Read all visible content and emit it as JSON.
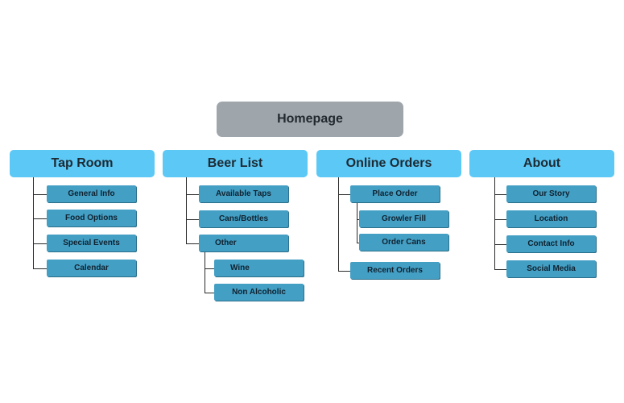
{
  "root": {
    "label": "Homepage"
  },
  "categories": {
    "taproom": {
      "label": "Tap Room",
      "items": [
        "General Info",
        "Food Options",
        "Special Events",
        "Calendar"
      ]
    },
    "beerlist": {
      "label": "Beer List",
      "items": [
        "Available Taps",
        "Cans/Bottles",
        "Other"
      ],
      "other_children": [
        "Wine",
        "Non Alcoholic"
      ]
    },
    "orders": {
      "label": "Online Orders",
      "items": [
        "Place Order",
        "Recent Orders"
      ],
      "place_order_children": [
        "Growler Fill",
        "Order Cans"
      ]
    },
    "about": {
      "label": "About",
      "items": [
        "Our Story",
        "Location",
        "Contact Info",
        "Social Media"
      ]
    }
  },
  "colors": {
    "root_fill": "#9ea5ab",
    "category_fill": "#5bc8f5",
    "leaf_fill": "#449fc4",
    "connector": "#2a2a2a"
  }
}
